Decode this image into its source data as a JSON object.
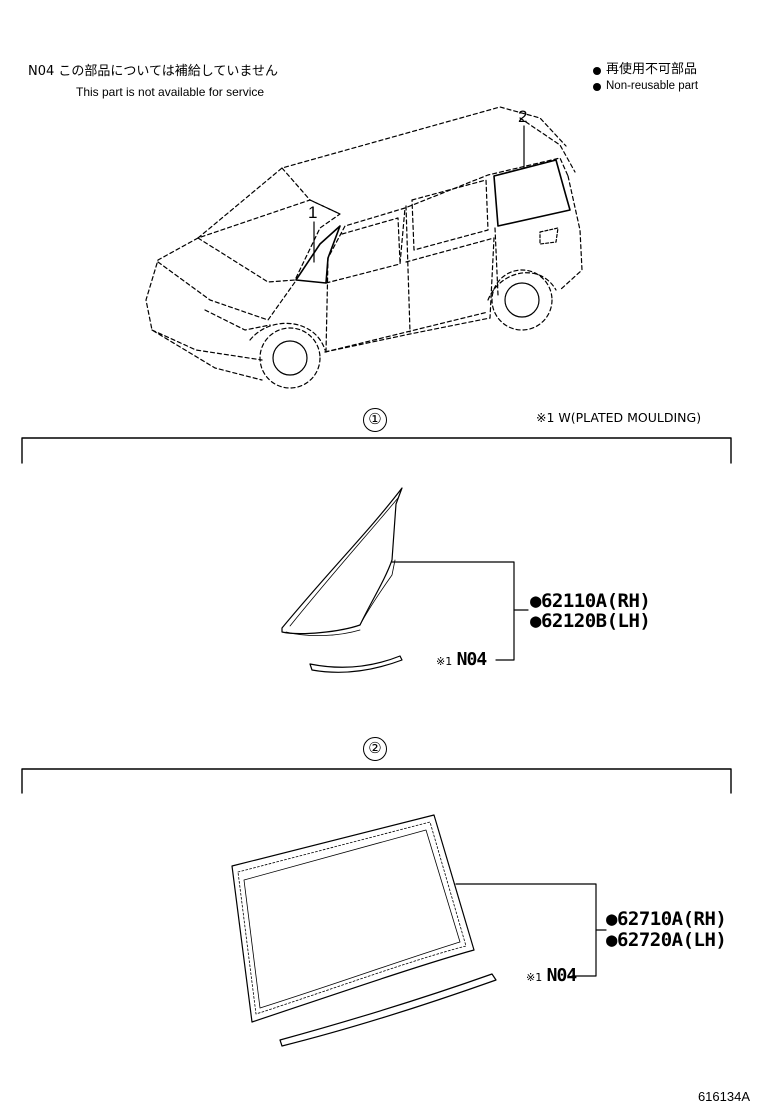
{
  "header": {
    "note_jp": "N04 この部品については補給していません",
    "note_en": "This part is not available for service",
    "legend_jp": "再使用不可部品",
    "legend_en": "Non-reusable part"
  },
  "vehicle": {
    "callouts": [
      "1",
      "2"
    ]
  },
  "footnote": "※1 W(PLATED MOULDING)",
  "sections": [
    {
      "id": "①",
      "parts": [
        "●62110A(RH)",
        "●62120B(LH)"
      ],
      "ref_mark": "※1",
      "ref_code": "N04"
    },
    {
      "id": "②",
      "parts": [
        "●62710A(RH)",
        "●62720A(LH)"
      ],
      "ref_mark": "※1",
      "ref_code": "N04"
    }
  ],
  "illustration_code": "616134A"
}
